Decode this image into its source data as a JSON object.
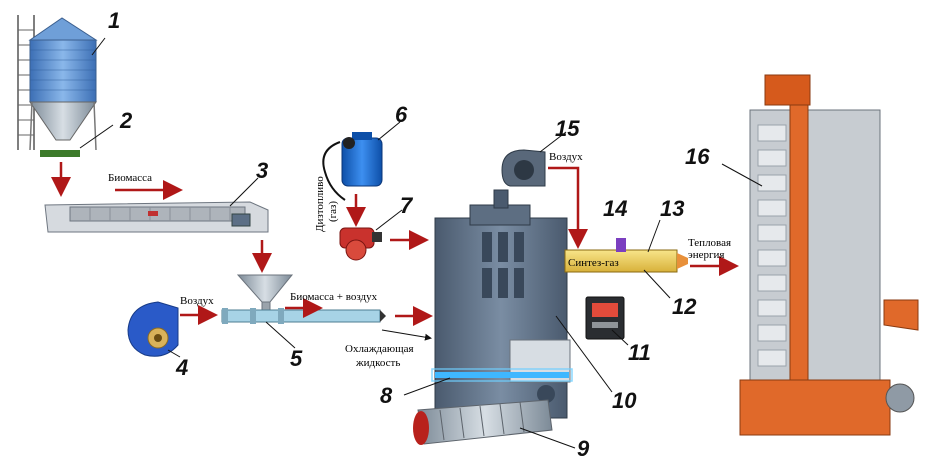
{
  "labels": {
    "biomass": "Биомасса",
    "air_left": "Воздух",
    "biomass_air": "Биомасса + воздух",
    "diesel": "Дизтопливо",
    "diesel_gas": "(газ)",
    "air_top": "Воздух",
    "syngas": "Синтез-газ",
    "thermal_1": "Тепловая",
    "thermal_2": "энергия",
    "coolant_1": "Охлаждающая",
    "coolant_2": "жидкость"
  },
  "numbers": [
    "1",
    "2",
    "3",
    "4",
    "5",
    "6",
    "7",
    "8",
    "9",
    "10",
    "11",
    "12",
    "13",
    "14",
    "15",
    "16"
  ],
  "colors": {
    "arrow": "#b01818",
    "silo": "#5b8fd0",
    "gasifier": "#5a6b80",
    "tower": "#e0692a",
    "pipe": "#a7d3e6"
  }
}
